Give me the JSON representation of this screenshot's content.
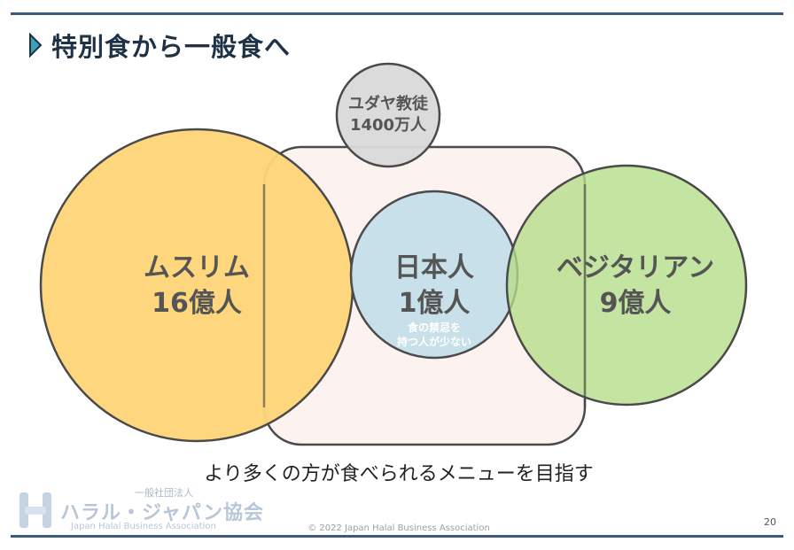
{
  "slide": {
    "title": "特別食から一般食へ",
    "caption": "より多くの方が食べられるメニューを目指す",
    "copyright": "© 2022 Japan Halal Business Association",
    "page_number": "20"
  },
  "groups": {
    "muslim": {
      "name": "ムスリム",
      "count": "16億人",
      "color": "#fdd479"
    },
    "jewish": {
      "name": "ユダヤ教徒",
      "count": "1400万人",
      "color": "#d9d9d9"
    },
    "japanese": {
      "name": "日本人",
      "count": "1億人",
      "note_line1": "食の禁忌を",
      "note_line2": "持つ人が少ない",
      "color": "#c5dfe8"
    },
    "vegetarian": {
      "name": "ベジタリアン",
      "count": "9億人",
      "color": "#b9e08f"
    }
  },
  "logo": {
    "sub": "一般社団法人",
    "main": "ハラル・ジャパン協会",
    "en": "Japan Halal Business Association"
  },
  "colors": {
    "accent": "#3d5a80",
    "title": "#1f3245",
    "outline": "#4a4a4a",
    "general_box": "#fcf3f1"
  },
  "icons": {
    "title_bullet": "play-triangle-icon",
    "logo_mark": "h-logo-icon"
  }
}
